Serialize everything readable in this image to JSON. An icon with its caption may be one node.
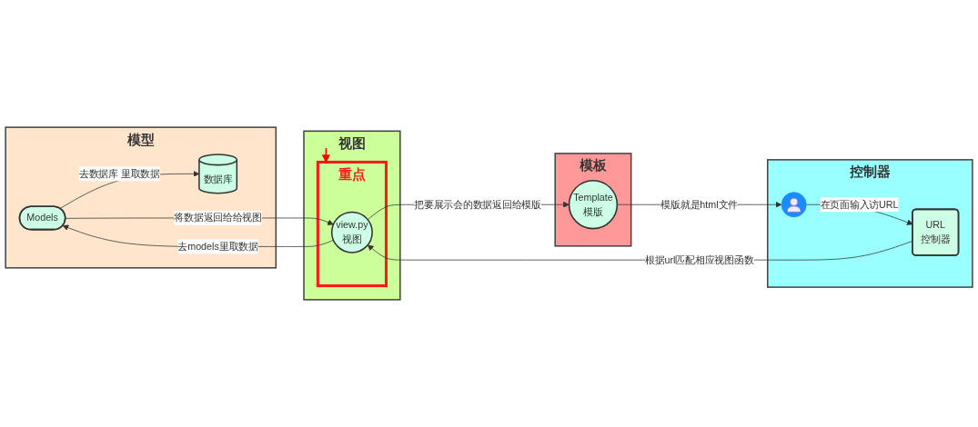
{
  "diagram": {
    "nodes": [
      {
        "text": [
          "模型"
        ]
      },
      {
        "text": [
          "Models"
        ],
        "in": 0
      },
      {
        "text": [
          "数据库"
        ],
        "in": 0
      },
      {
        "text": [
          "视图"
        ]
      },
      {
        "text": [
          "重点"
        ],
        "in": 3
      },
      {
        "text": [
          "view.py",
          "视图"
        ],
        "in": 4
      },
      {
        "text": [
          "模板"
        ]
      },
      {
        "text": [
          "Template",
          "模版"
        ],
        "in": 6
      },
      {
        "text": [
          "控制器"
        ]
      },
      {
        "text": [
          "URL",
          "控制器"
        ],
        "in": 8
      },
      {
        "text": [],
        "shape": "person",
        "in": 8
      }
    ],
    "edges": [
      {
        "from": 5,
        "to": 1,
        "label": "去models里取数据",
        "arrow": "to"
      },
      {
        "from": 1,
        "to": 5,
        "label": "将数据返回给给视图",
        "arrow": "to"
      },
      {
        "from": 1,
        "to": 2,
        "label": "去数据库 里取数据",
        "arrow": "to"
      },
      {
        "from": 5,
        "to": 7,
        "label": "把要展示会的数据返回给模版",
        "arrow": "to"
      },
      {
        "from": 9,
        "to": 5,
        "label": "根据url匹配相应视图函数",
        "arrow": "to"
      },
      {
        "from": 7,
        "to": 10,
        "label": "模版就是html文件",
        "arrow": "to"
      },
      {
        "from": 10,
        "to": 9,
        "label": "在页面输入访URL",
        "arrow": "to"
      },
      {
        "from": null,
        "to": 4,
        "arrow": "to",
        "color": "#ff0000"
      }
    ]
  }
}
